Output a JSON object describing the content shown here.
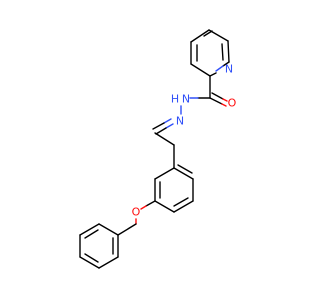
{
  "molecule": {
    "atom_labels": {
      "pyridine_n": "N",
      "hydrazide_nh": "N",
      "hydrazide_h": "H",
      "carbonyl_o": "O",
      "imine_n": "N",
      "ether_o": "O"
    }
  },
  "colors": {
    "nitrogen": "#3050F8",
    "oxygen": "#FF0D0D",
    "carbon_bond": "#000000",
    "background": "#ffffff"
  }
}
